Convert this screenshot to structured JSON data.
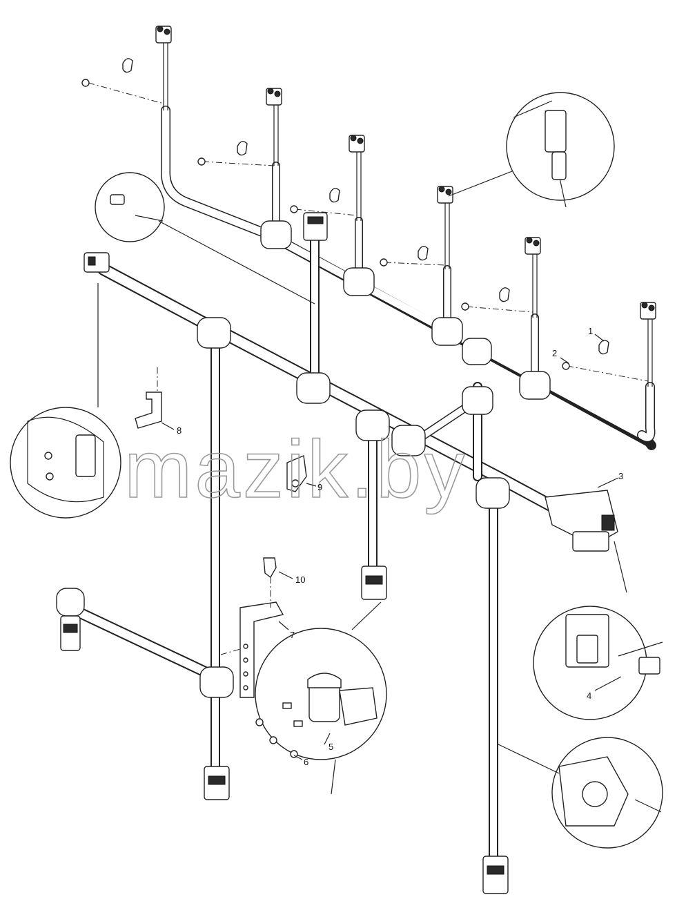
{
  "watermark": "mazik.by",
  "callouts": [
    {
      "id": "1",
      "label": "1"
    },
    {
      "id": "2",
      "label": "2"
    },
    {
      "id": "3",
      "label": "3"
    },
    {
      "id": "4",
      "label": "4"
    },
    {
      "id": "5",
      "label": "5"
    },
    {
      "id": "6",
      "label": "6"
    },
    {
      "id": "7",
      "label": "7"
    },
    {
      "id": "8",
      "label": "8"
    },
    {
      "id": "9",
      "label": "9"
    },
    {
      "id": "10",
      "label": "10"
    }
  ]
}
